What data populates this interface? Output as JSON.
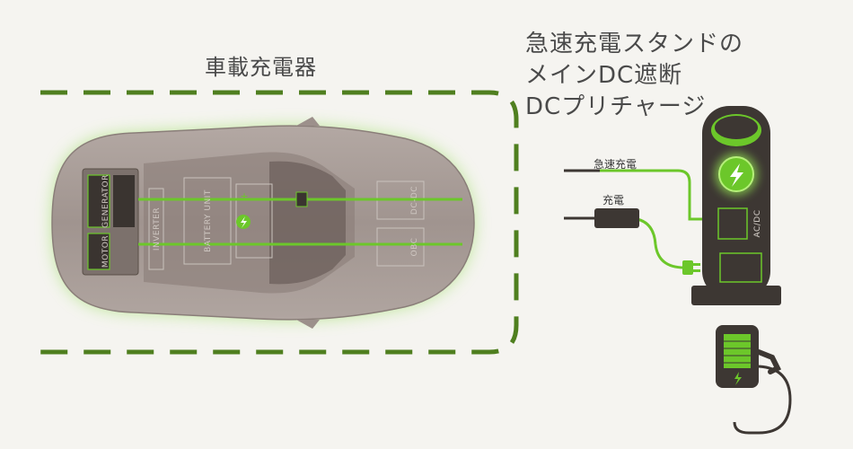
{
  "titles": {
    "onboard_charger": "車載充電器",
    "station_line1": "急速充電スタンドの",
    "station_line2": "メインDC遮断",
    "station_line3": "DCプリチャージ"
  },
  "car_components": {
    "motor": "MOTOR",
    "generator": "GENERATOR",
    "inverter": "INVERTER",
    "battery": "BATTERY UNIT",
    "dcdc": "DC-DC",
    "obc": "OBC"
  },
  "station": {
    "acdc": "AC/DC"
  },
  "cables": {
    "fast_label": "急速充電",
    "normal_label": "充電"
  },
  "colors": {
    "accent_green": "#6cc72a",
    "dashed_border": "#4f7f1f",
    "car_body": "#a49893",
    "station_dark": "#3d3733"
  },
  "icons": {
    "charge": "lightning-bolt-icon",
    "plug": "plug-icon"
  }
}
